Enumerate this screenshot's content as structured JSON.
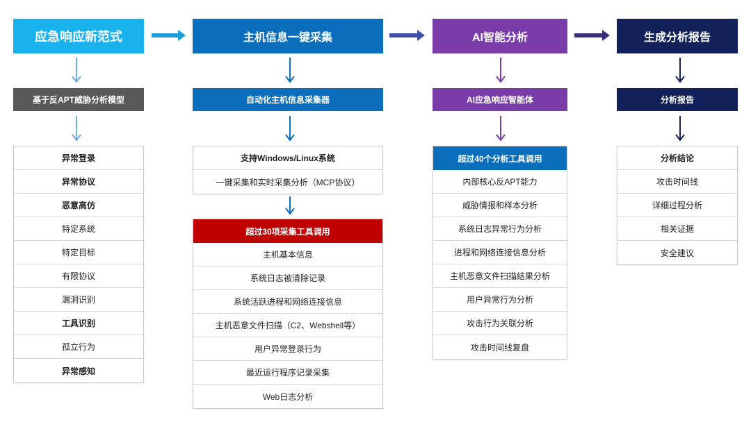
{
  "colors": {
    "col1": "#1ab2ec",
    "col1_sub": "#595959",
    "col2": "#0a6ebd",
    "col3": "#7a3ca8",
    "col4": "#13215a",
    "red": "#c00000",
    "blue_hl": "#0a6ebd"
  },
  "columns": [
    {
      "header": "应急响应新范式",
      "sub": "基于反APT威胁分析模型",
      "items": [
        {
          "text": "异常登录",
          "bold": true
        },
        {
          "text": "异常协议",
          "bold": true
        },
        {
          "text": "恶意高仿",
          "bold": true
        },
        {
          "text": "特定系统",
          "bold": false
        },
        {
          "text": "特定目标",
          "bold": false
        },
        {
          "text": "有限协议",
          "bold": false
        },
        {
          "text": "漏洞识别",
          "bold": false
        },
        {
          "text": "工具识别",
          "bold": true
        },
        {
          "text": "孤立行为",
          "bold": false
        },
        {
          "text": "异常感知",
          "bold": true
        }
      ]
    },
    {
      "header": "主机信息一键采集",
      "sub": "自动化主机信息采集器",
      "items": [
        {
          "text": "支持Windows/Linux系统",
          "bold": true
        },
        {
          "text": "一键采集和实时采集分析（MCP协议）",
          "bold": false
        }
      ],
      "tools_title": "超过30项采集工具调用",
      "tools": [
        "主机基本信息",
        "系统日志被清除记录",
        "系统活跃进程和网络连接信息",
        "主机恶意文件扫描（C2、Webshell等）",
        "用户异常登录行为",
        "最近运行程序记录采集",
        "Web日志分析"
      ]
    },
    {
      "header": "AI智能分析",
      "sub": "AI应急响应智能体",
      "tools_title": "超过40个分析工具调用",
      "items": [
        "内部核心反APT能力",
        "威胁情报和样本分析",
        "系统日志异常行为分析",
        "进程和网络连接信息分析",
        "主机恶意文件扫描结果分析",
        "用户异常行为分析",
        "攻击行为关联分析",
        "攻击时间线复盘"
      ]
    },
    {
      "header": "生成分析报告",
      "sub": "分析报告",
      "items": [
        {
          "text": "分析结论",
          "bold": true
        },
        {
          "text": "攻击时间线",
          "bold": false
        },
        {
          "text": "详细过程分析",
          "bold": false
        },
        {
          "text": "相关证据",
          "bold": false
        },
        {
          "text": "安全建议",
          "bold": false
        }
      ]
    }
  ]
}
